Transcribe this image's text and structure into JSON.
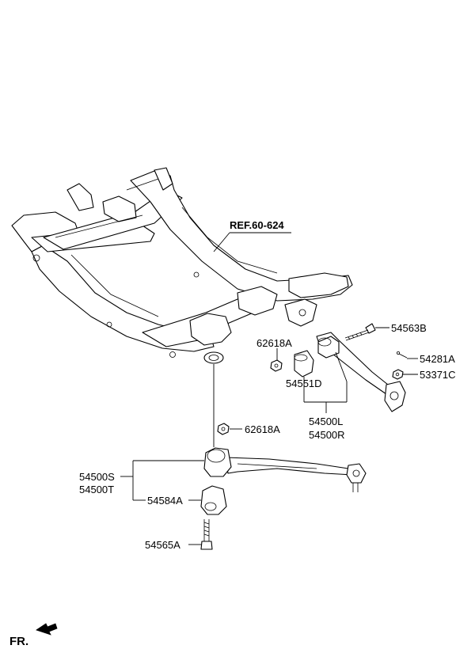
{
  "reference": {
    "text": "REF.60-624"
  },
  "labels": {
    "bolt_front_arm": "54563B",
    "nut_upper": "62618A",
    "split_pin": "54281A",
    "castle_nut": "53371C",
    "bushing_front": "54551D",
    "arm_left": "54500L",
    "arm_right": "54500R",
    "nut_lower": "62618A",
    "arm_s": "54500S",
    "arm_t": "54500T",
    "bushing_rear": "54584A",
    "bolt_rear": "54565A"
  },
  "direction": {
    "text": "FR."
  }
}
